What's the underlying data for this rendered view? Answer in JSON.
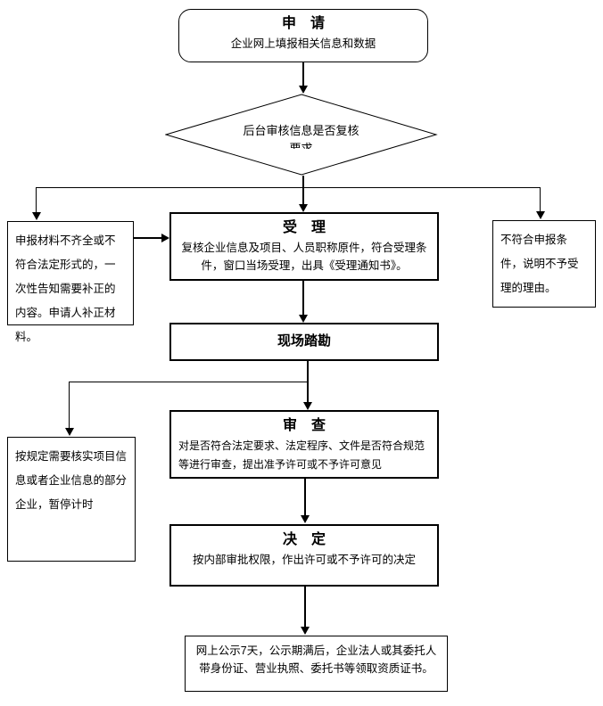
{
  "flowchart": {
    "apply": {
      "title": "申　请",
      "body": "企业网上填报相关信息和数据"
    },
    "decision": {
      "line1": "后台审核信息是否复核",
      "line2": "要求"
    },
    "correction_box": {
      "text": "申报材料不齐全或不符合法定形式的，一次性告知需要补正的内容。申请人补正材料。"
    },
    "accept": {
      "title": "受　理",
      "body": "复核企业信息及项目、人员职称原件，符合受理条件，窗口当场受理，出具《受理通知书》。"
    },
    "reject_box": {
      "text": "不符合申报条件，说明不予受理的理由。"
    },
    "survey": {
      "title": "现场踏勘"
    },
    "suspend_box": {
      "text": "按规定需要核实项目信息或者企业信息的部分企业，暂停计时"
    },
    "review": {
      "title": "审　查",
      "body": "对是否符合法定要求、法定程序、文件是否符合规范等进行审查，提出准予许可或不予许可意见"
    },
    "decide": {
      "title": "决　定",
      "body": "按内部审批权限，作出许可或不予许可的决定"
    },
    "final": {
      "text": "网上公示7天，公示期满后，企业法人或其委托人带身份证、营业执照、委托书等领取资质证书。"
    }
  },
  "colors": {
    "line": "#000000",
    "background": "#ffffff",
    "text": "#000000"
  }
}
